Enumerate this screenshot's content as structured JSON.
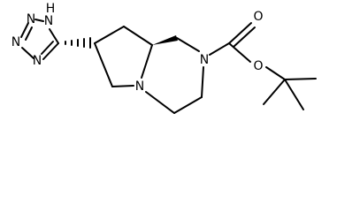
{
  "diagram": {
    "atom_labels": {
      "tetrazole_nh": "H",
      "tetrazole_n1": "N",
      "tetrazole_n2": "N",
      "tetrazole_n3": "N",
      "tetrazole_n4": "N",
      "ring_n_bridgehead": "N",
      "ring_n_carbamate": "N",
      "carbonyl_o": "O",
      "ester_o": "O"
    },
    "stereo": {
      "pyrrolidine_c7": "hashed-wedge",
      "bridgehead_c8a": "solid-wedge"
    },
    "colors": {
      "ink": "#000000",
      "background": "#ffffff"
    }
  }
}
